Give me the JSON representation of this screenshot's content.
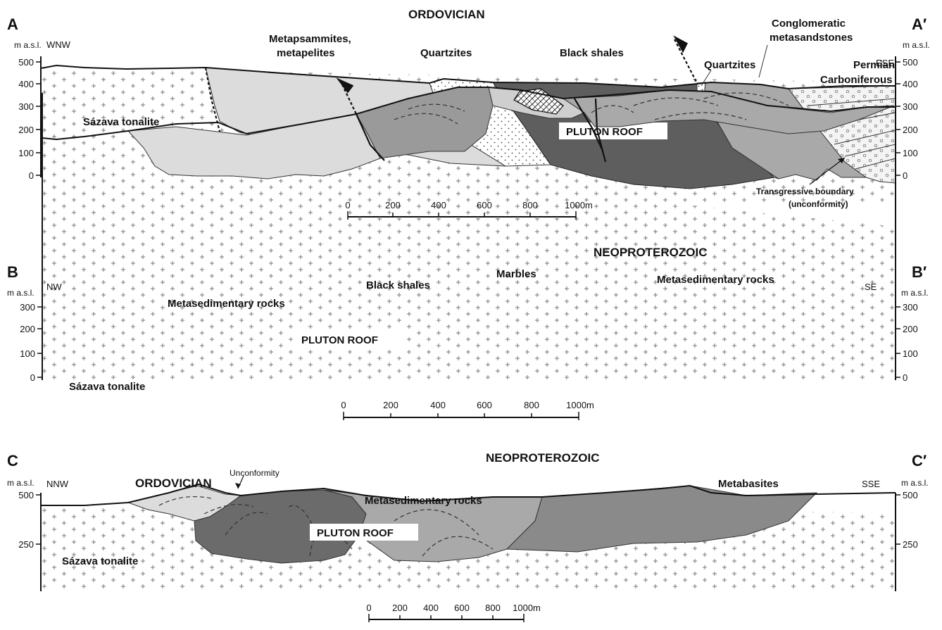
{
  "figure": {
    "colors": {
      "tonalite_bg": "#ffffff",
      "light_gray": "#dcdcdc",
      "mid_gray": "#a9a9a9",
      "dark_gray": "#6b6b6b",
      "darker_gray": "#5e5e5e",
      "ink": "#111111"
    },
    "sections": [
      {
        "id": "A",
        "left_letter": "A",
        "right_letter": "A′",
        "era_label": "ORDOVICIAN",
        "left_dir": "WNW",
        "right_dir": "ESE",
        "axis_title_left": "m a.s.l.",
        "axis_title_right": "m a.s.l.",
        "ticks": [
          "500",
          "400",
          "300",
          "200",
          "100",
          "0"
        ],
        "labels": {
          "metapsammites": "Metapsammites,",
          "metapelites": "metapelites",
          "quartzites_1": "Quartzites",
          "black_shales": "Black shales",
          "quartzites_2": "Quartzites",
          "conglomeratic_1": "Conglomeratic",
          "conglomeratic_2": "metasandstones",
          "permian": "Permian",
          "carboniferous": "Carboniferous",
          "tonalite": "Sázava tonalite",
          "pluton_roof": "PLUTON ROOF",
          "transgressive_1": "Transgressive boundary",
          "transgressive_2": "(unconformity)"
        },
        "scale": [
          "0",
          "200",
          "400",
          "600",
          "800",
          "1000m"
        ]
      },
      {
        "id": "B",
        "left_letter": "B",
        "right_letter": "B′",
        "era_label": "NEOPROTEROZOIC",
        "left_dir": "NW",
        "right_dir": "SE",
        "axis_title_left": "m a.s.l.",
        "axis_title_right": "m a.s.l.",
        "ticks": [
          "300",
          "200",
          "100",
          "0"
        ],
        "labels": {
          "metased_left": "Metasedimentary rocks",
          "black_shales": "Black shales",
          "marbles": "Marbles",
          "metased_right": "Metasedimentary rocks",
          "tonalite": "Sázava tonalite",
          "pluton_roof": "PLUTON ROOF"
        },
        "scale": [
          "0",
          "200",
          "400",
          "600",
          "800",
          "1000m"
        ]
      },
      {
        "id": "C",
        "left_letter": "C",
        "right_letter": "C′",
        "era_label": "NEOPROTEROZOIC",
        "left_dir": "NNW",
        "right_dir": "SSE",
        "axis_title_left": "m a.s.l.",
        "axis_title_right": "m a.s.l.",
        "ticks": [
          "500",
          "250"
        ],
        "labels": {
          "ordovician": "ORDOVICIAN",
          "unconformity": "Unconformity",
          "metased": "Metasedimentary rocks",
          "metabasites": "Metabasites",
          "tonalite": "Sázava tonalite",
          "pluton_roof": "PLUTON ROOF"
        },
        "scale": [
          "0",
          "200",
          "400",
          "600",
          "800",
          "1000m"
        ]
      }
    ]
  }
}
